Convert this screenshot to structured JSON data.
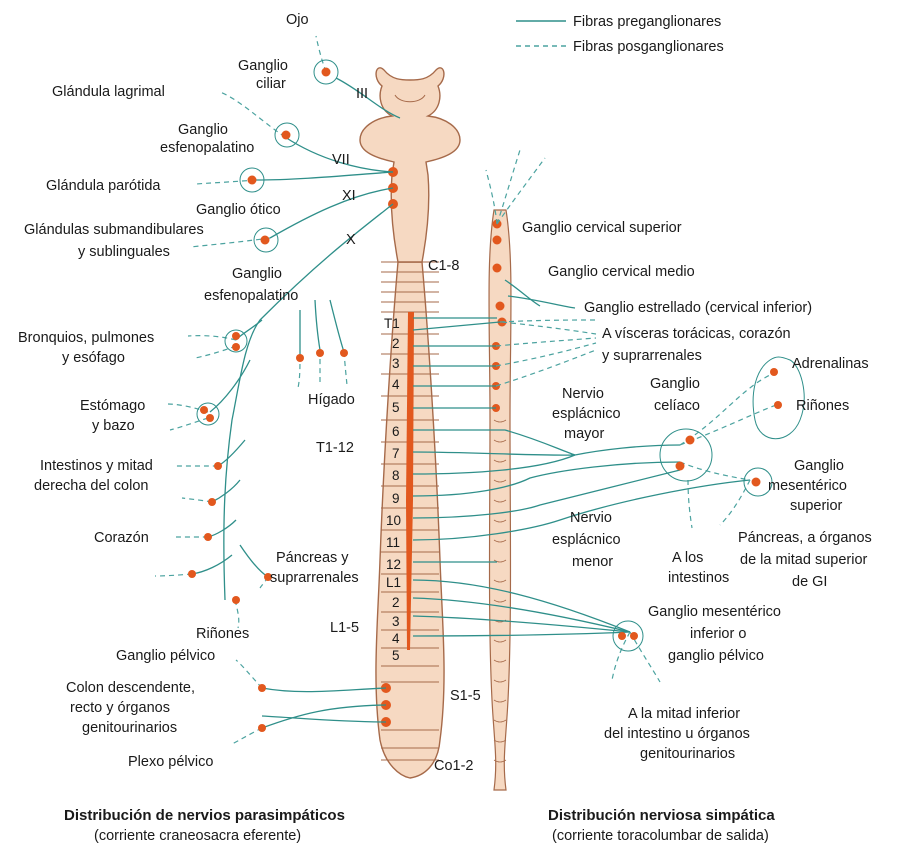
{
  "legend": [
    {
      "label": "Fibras preganglionares",
      "style": "solid",
      "color": "#2f8f8a"
    },
    {
      "label": "Fibras posganglionares",
      "style": "dashed",
      "color": "#4ca3a0"
    }
  ],
  "colors": {
    "fiber": "#2f8f8a",
    "ganglion_cell": "#e2581e",
    "cord_fill": "#f6d9c2",
    "cord_outline": "#a66a4a"
  },
  "parasympathetic": {
    "ojo": "Ojo",
    "ganglio_ciliar": [
      "Ganglio",
      "ciliar"
    ],
    "nervio_iii": "III",
    "glandula_lagrimal": "Glándula lagrimal",
    "ganglio_esfenopalatino": [
      "Ganglio",
      "esfenopalatino"
    ],
    "nervio_vii": "VII",
    "glandula_parotida": "Glándula parótida",
    "nervio_xi": "XI",
    "ganglio_otico": "Ganglio ótico",
    "glandulas_submandibulares": [
      "Glándulas submandibulares",
      "y sublinguales"
    ],
    "nervio_x": "X",
    "ganglio_esfenopalatino_2": [
      "Ganglio",
      "esfenopalatino"
    ],
    "bronquios": [
      "Bronquios, pulmones",
      "y esófago"
    ],
    "higado": "Hígado",
    "estomago": [
      "Estómago",
      "y bazo"
    ],
    "intestinos": [
      "Intestinos y mitad",
      "derecha del colon"
    ],
    "corazon": "Corazón",
    "pancreas": [
      "Páncreas y",
      "suprarrenales"
    ],
    "rinones": "Riñones",
    "ganglio_pelvico": "Ganglio pélvico",
    "colon_descendente": [
      "Colon descendente,",
      "recto y órganos",
      "genitourinarios"
    ],
    "plexo_pelvico": "Plexo pélvico"
  },
  "regions": {
    "cervical": "C1-8",
    "thoracic": "T1-12",
    "lumbar": "L1-5",
    "sacral": "S1-5",
    "coccygeal": "Co1-2"
  },
  "spinal_segments": {
    "thoracic": [
      "T1",
      "2",
      "3",
      "4",
      "5",
      "6",
      "7",
      "8",
      "9",
      "10",
      "11",
      "12"
    ],
    "lumbar": [
      "L1",
      "2",
      "3",
      "4",
      "5"
    ]
  },
  "sympathetic": {
    "ganglio_cervical_superior": "Ganglio cervical superior",
    "ganglio_cervical_medio": "Ganglio cervical medio",
    "ganglio_estrellado": "Ganglio estrellado (cervical inferior)",
    "visceras_toracicas": [
      "A vísceras torácicas, corazón",
      "y suprarrenales"
    ],
    "nervio_esplacnico_mayor": [
      "Nervio",
      "esplácnico",
      "mayor"
    ],
    "ganglio_celiaco": [
      "Ganglio",
      "celíaco"
    ],
    "adrenalinas": "Adrenalinas",
    "rinones": "Riñones",
    "ganglio_mesenterico_superior": [
      "Ganglio",
      "mesentérico",
      "superior"
    ],
    "nervio_esplacnico_menor": [
      "Nervio",
      "esplácnico",
      "menor"
    ],
    "pancreas_gi": [
      "Páncreas, a órganos",
      "de la mitad superior",
      "de GI"
    ],
    "a_los_intestinos": [
      "A los",
      "intestinos"
    ],
    "ganglio_mesenterico_inferior": [
      "Ganglio mesentérico",
      "inferior o",
      "ganglio pélvico"
    ],
    "mitad_inferior": [
      "A la mitad inferior",
      "del intestino u órganos",
      "genitourinarios"
    ]
  },
  "captions": {
    "parasympathetic": {
      "title": "Distribución de nervios parasimpáticos",
      "subtitle": "(corriente craneosacra eferente)"
    },
    "sympathetic": {
      "title": "Distribución nerviosa simpática",
      "subtitle": "(corriente toracolumbar de salida)"
    }
  }
}
